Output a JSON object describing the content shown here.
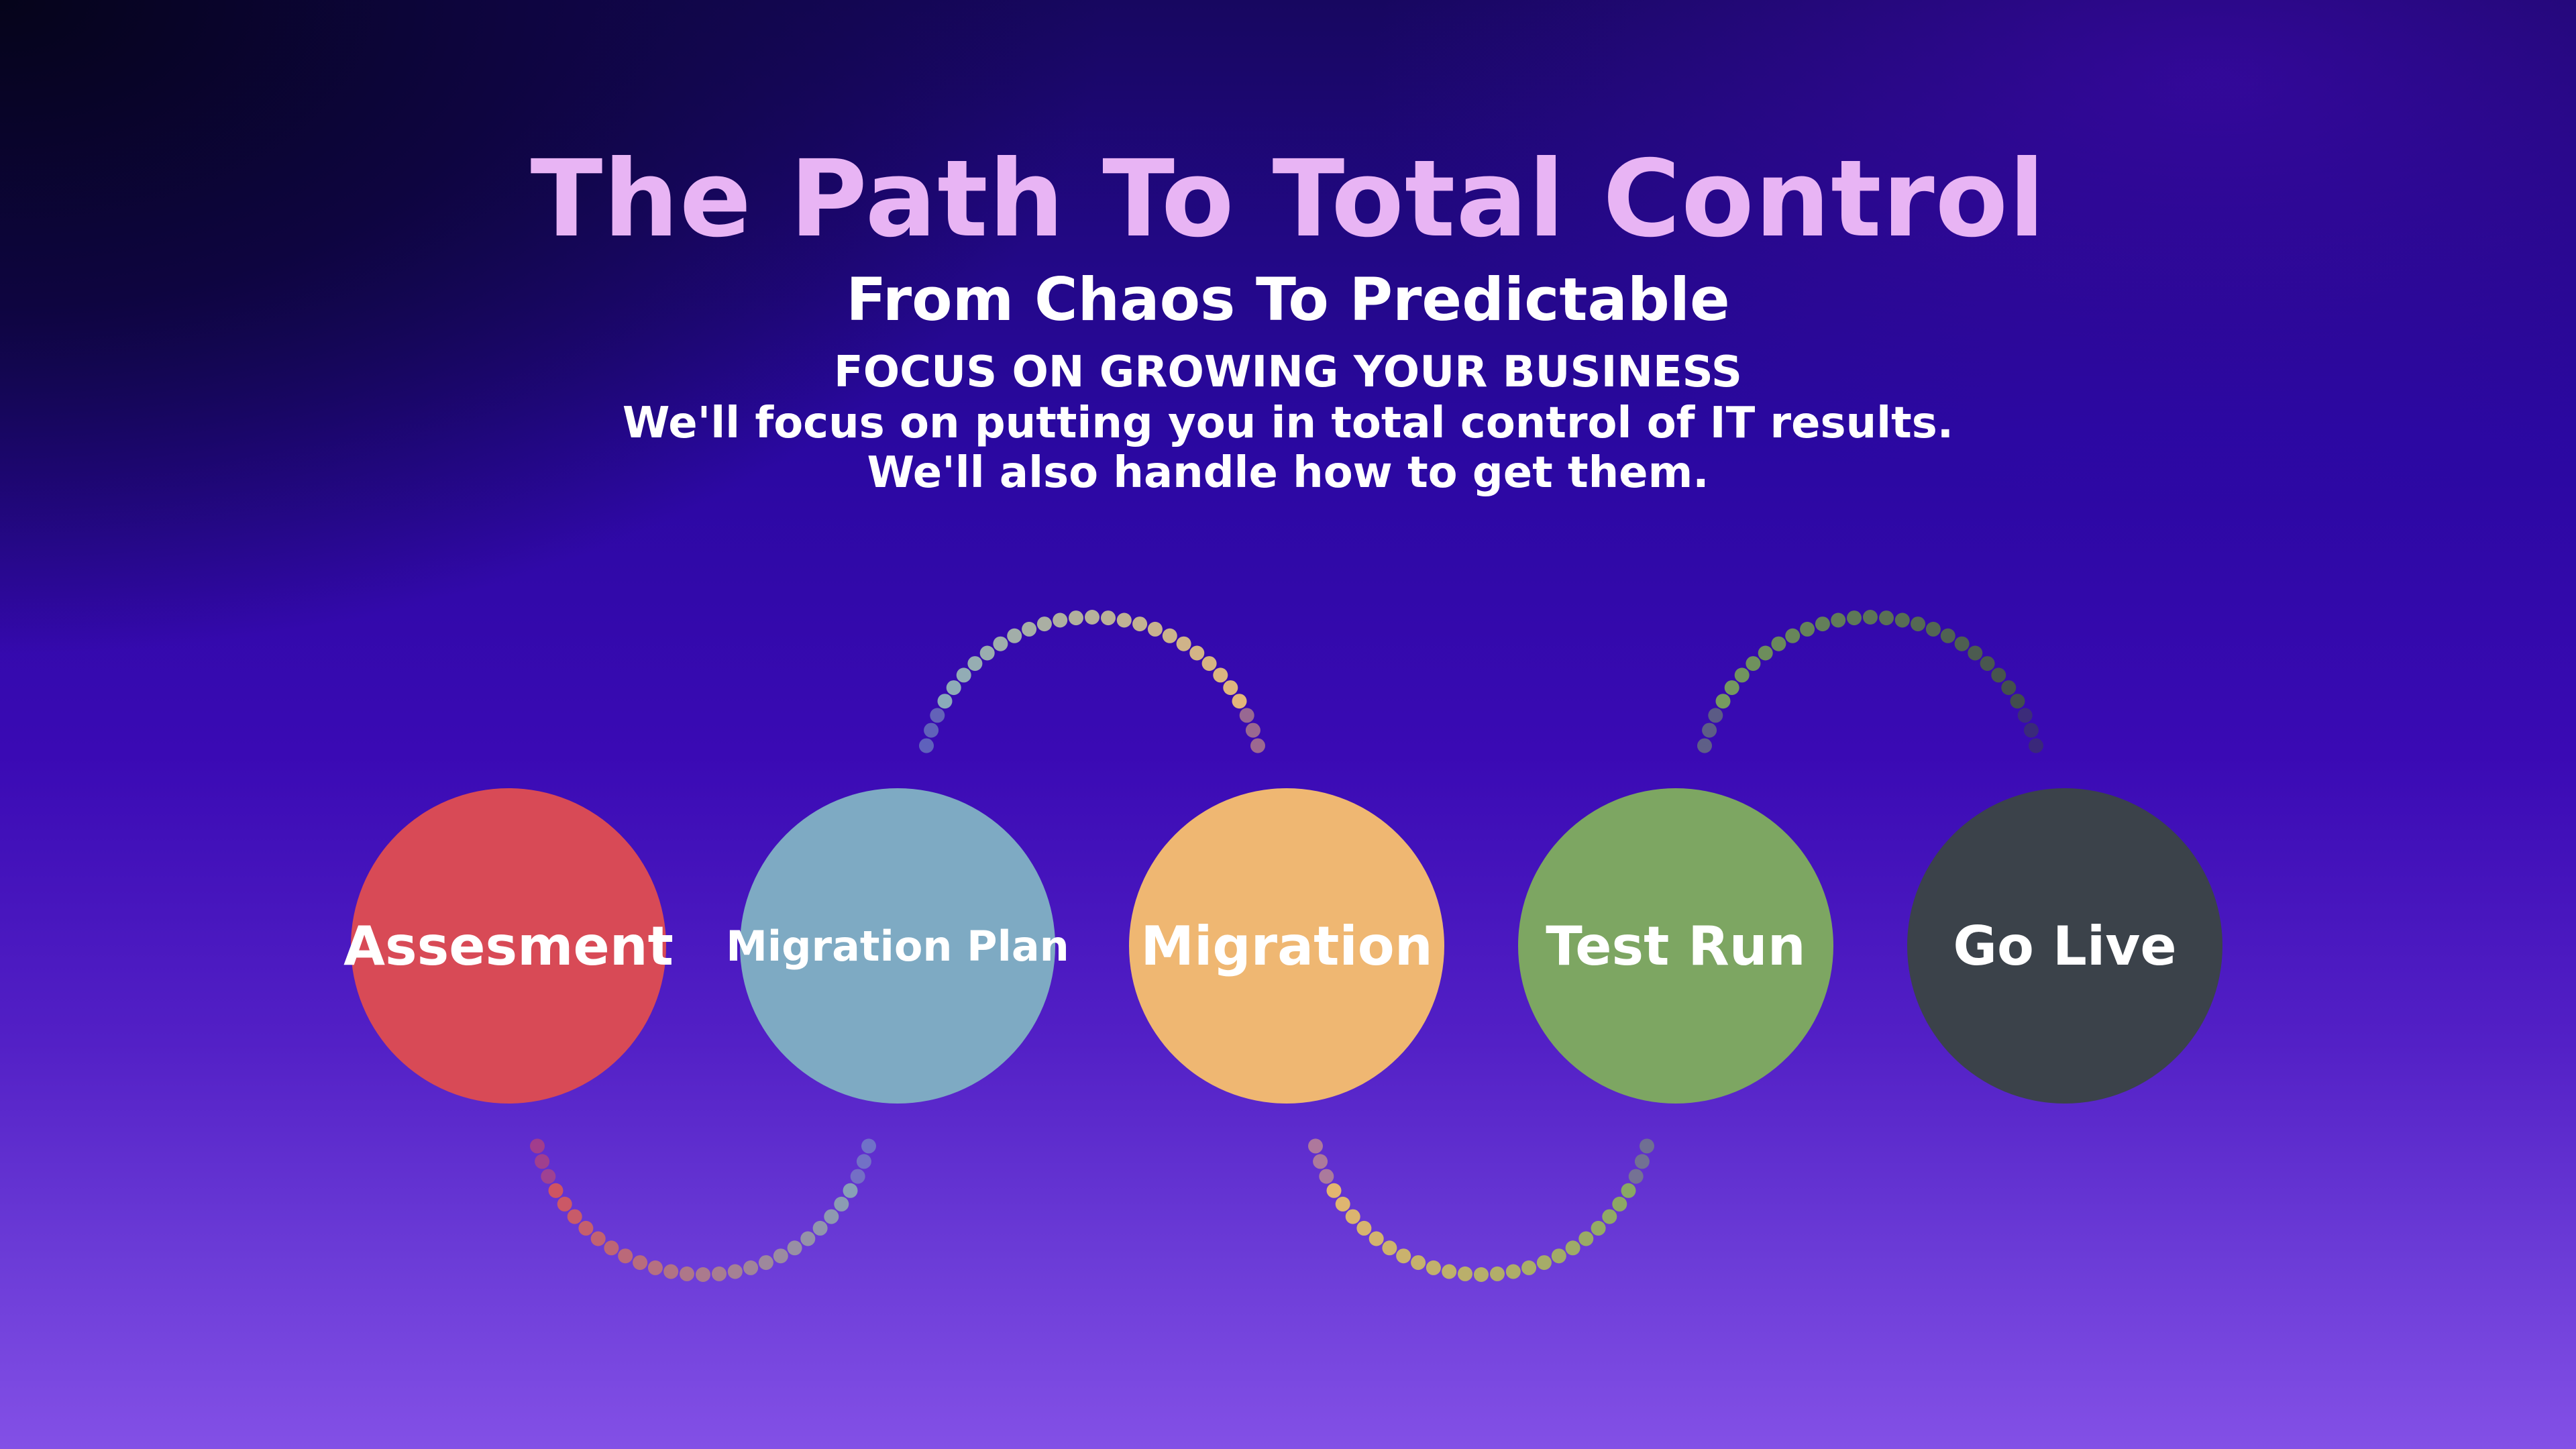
{
  "header": {
    "title": "The Path To Total Control",
    "subtitle": "From Chaos To Predictable",
    "tagline": "FOCUS ON GROWING YOUR BUSINESS",
    "description_line1": "We'll focus on putting you in total control of IT results.",
    "description_line2": "We'll also handle  how to get them."
  },
  "steps": [
    {
      "label": "Assesment",
      "color": "#d84a56"
    },
    {
      "label": "Migration Plan",
      "color": "#7eaac3"
    },
    {
      "label": "Migration",
      "color": "#efb772"
    },
    {
      "label": "Test Run",
      "color": "#7da662"
    },
    {
      "label": "Go Live",
      "color": "#3b424a"
    }
  ],
  "colors": {
    "title": "#e8b4f4",
    "text": "#ffffff"
  }
}
